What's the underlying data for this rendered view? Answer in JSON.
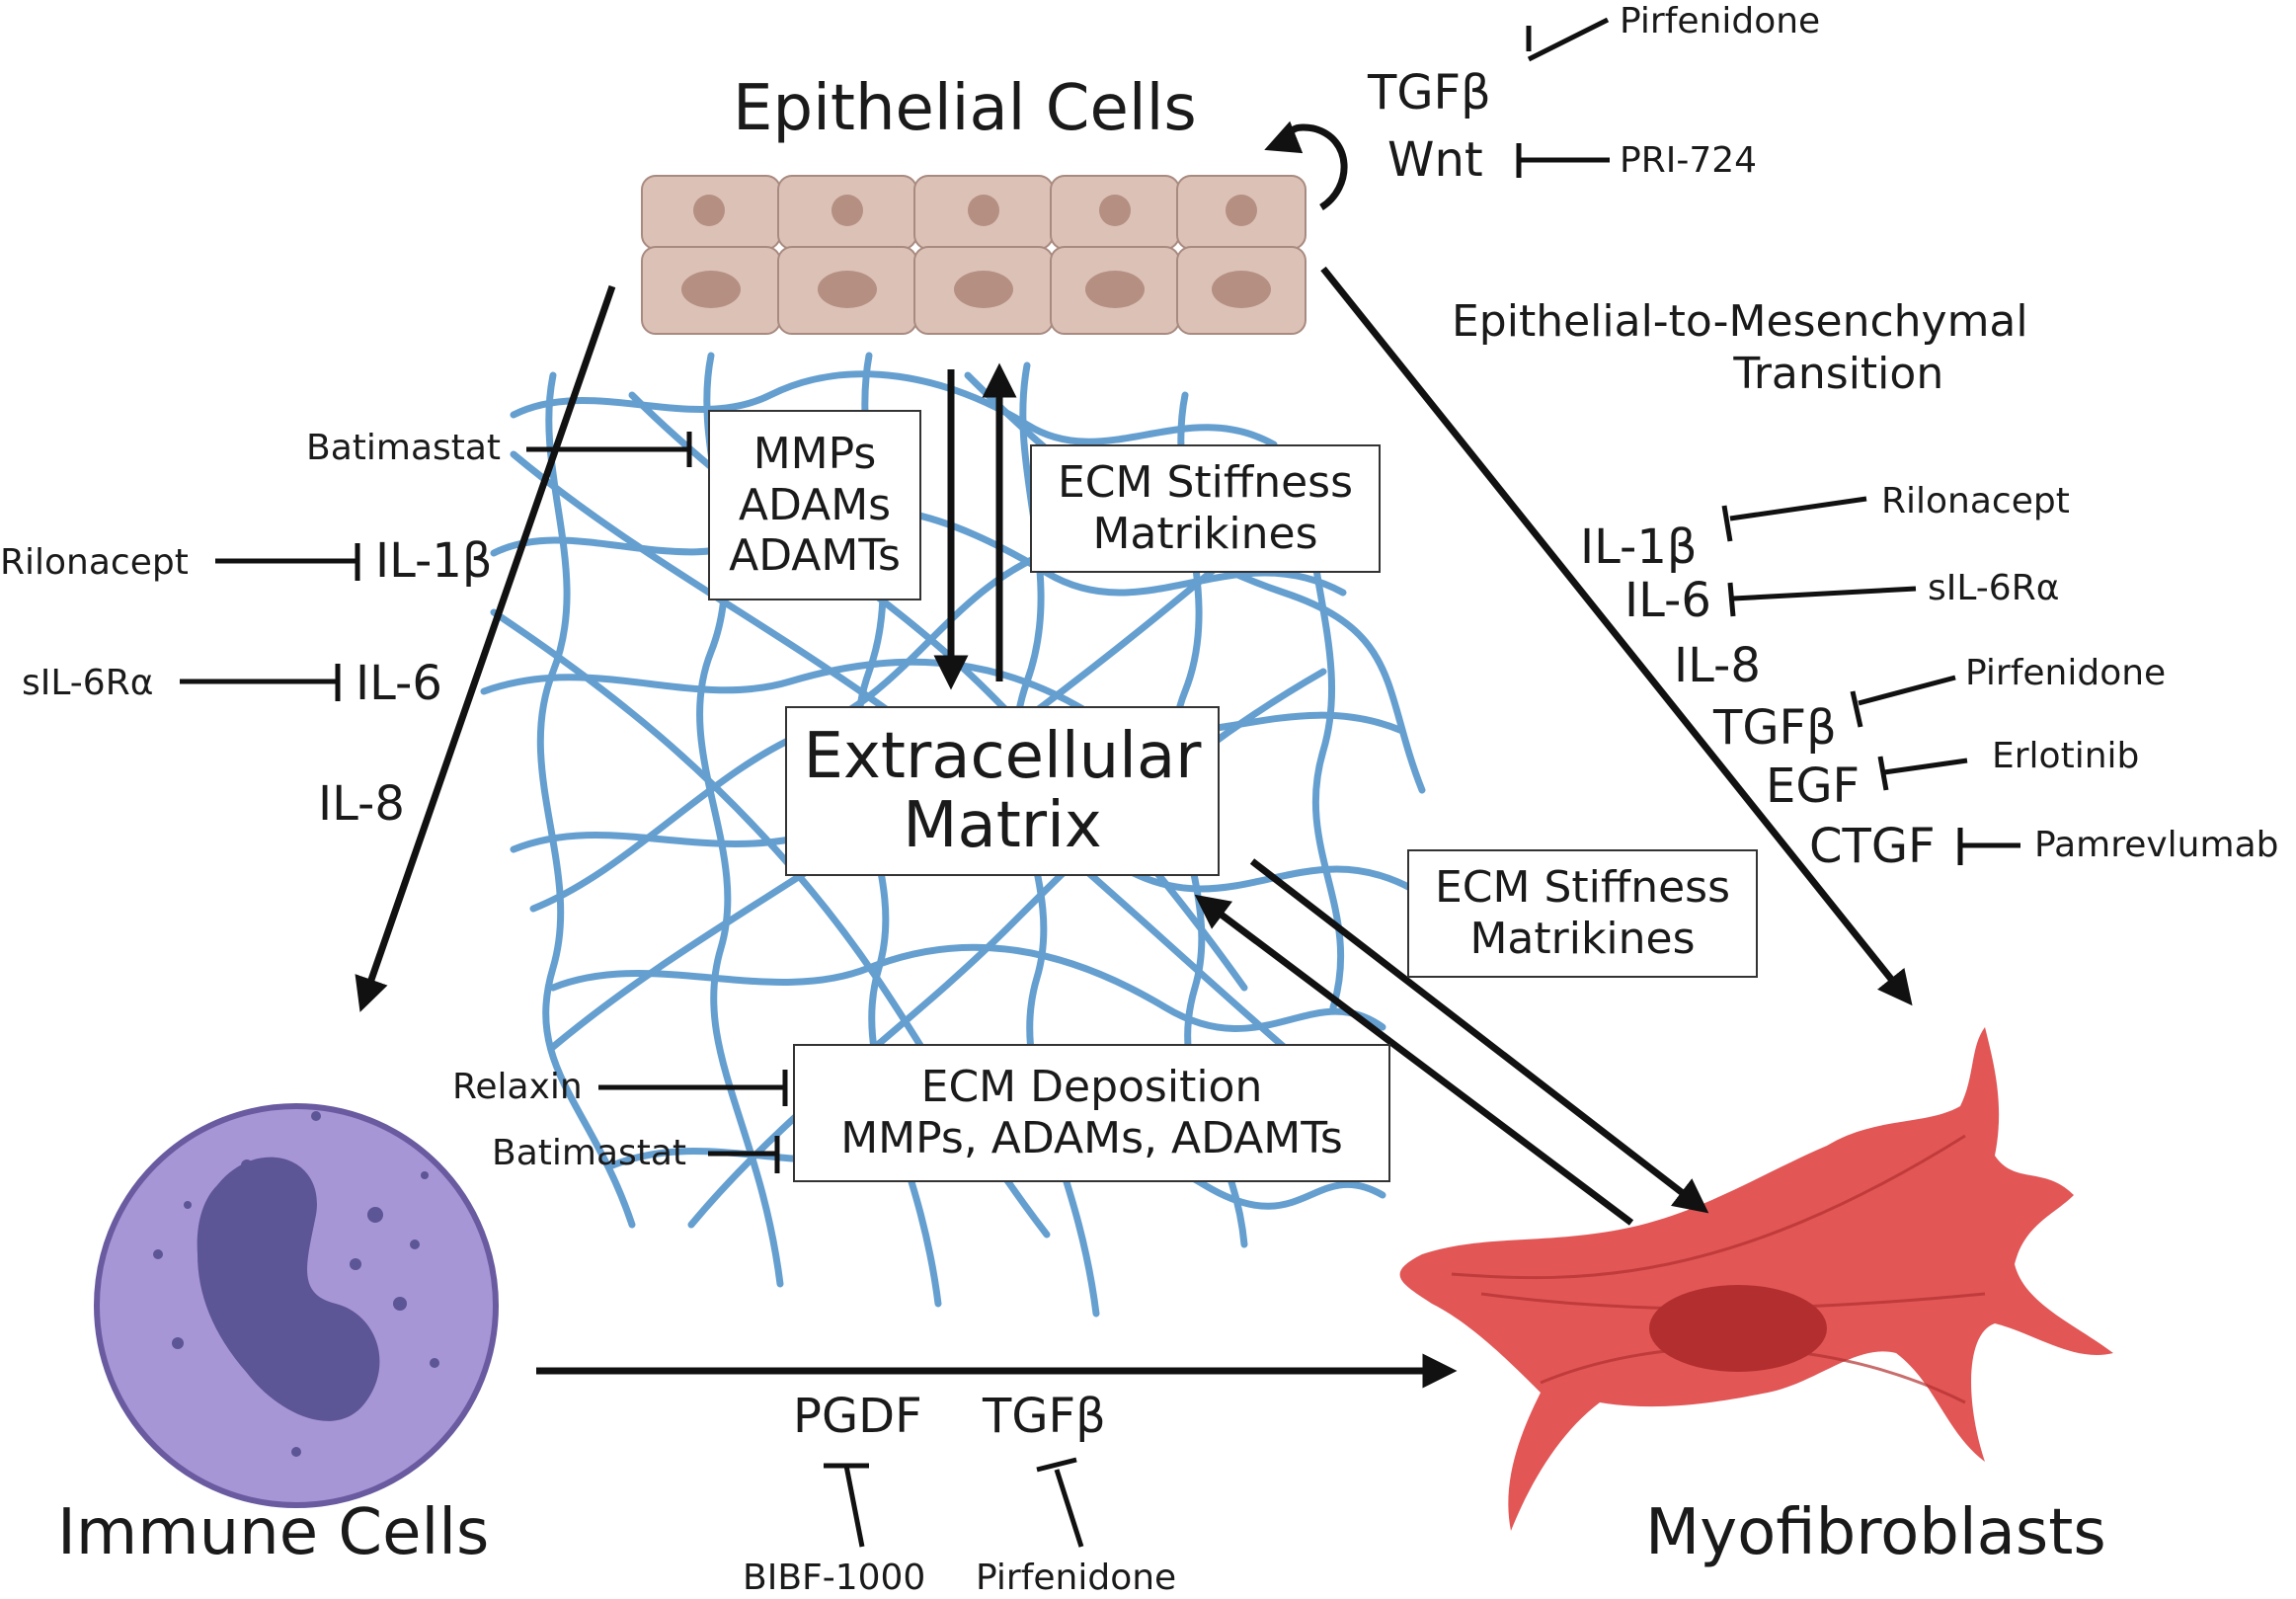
{
  "nodes": {
    "epithelial": "Epithelial Cells",
    "immune": "Immune Cells",
    "myofibroblasts": "Myofibroblasts",
    "ecm": {
      "line1": "Extracellular",
      "line2": "Matrix"
    }
  },
  "boxes": {
    "proteases": {
      "line1": "MMPs",
      "line2": "ADAMs",
      "line3": "ADAMTs"
    },
    "stiffness_top": {
      "line1": "ECM Stiffness",
      "line2": "Matrikines"
    },
    "stiffness_right": {
      "line1": "ECM Stiffness",
      "line2": "Matrikines"
    },
    "deposition": {
      "line1": "ECM Deposition",
      "line2": "MMPs, ADAMs, ADAMTs"
    }
  },
  "top_right": {
    "tgfb": "TGFβ",
    "wnt": "Wnt",
    "pirfenidone": "Pirfenidone",
    "pri724": "PRI-724"
  },
  "emt": {
    "line1": "Epithelial-to-Mesenchymal",
    "line2": "Transition"
  },
  "left": {
    "batimastat": "Batimastat",
    "rilonacept": "Rilonacept",
    "il1b": "IL-1β",
    "sil6ra": "sIL-6Rα",
    "il6": "IL-6",
    "il8": "IL-8"
  },
  "right": {
    "il1b": "IL-1β",
    "rilonacept": "Rilonacept",
    "il6": "IL-6",
    "sil6ra": "sIL-6Rα",
    "il8": "IL-8",
    "tgfb": "TGFβ",
    "pirfenidone": "Pirfenidone",
    "egf": "EGF",
    "erlotinib": "Erlotinib",
    "ctgf": "CTGF",
    "pamrevlumab": "Pamrevlumab"
  },
  "bottom": {
    "relaxin": "Relaxin",
    "batimastat": "Batimastat",
    "pgdf": "PGDF",
    "tgfb": "TGFβ",
    "bibf": "BIBF-1000",
    "pirfenidone": "Pirfenidone"
  },
  "colors": {
    "epithelial_cell": "#dcc1b6",
    "epithelial_nucleus": "#b48f82",
    "immune_cell": "#a796d6",
    "immune_nucleus": "#5c5596",
    "myofibroblast": "#e04848",
    "myofibroblast_nucleus": "#a82626",
    "fiber": "#4b8fc8"
  }
}
